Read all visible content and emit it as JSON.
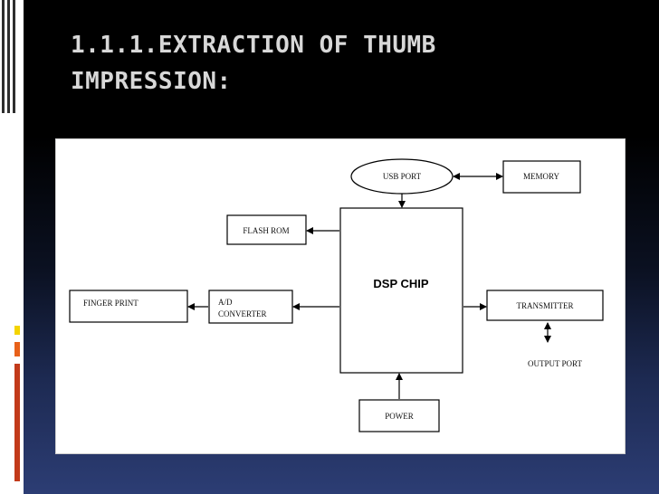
{
  "slide": {
    "title_line1": "1.1.1.EXTRACTION OF THUMB",
    "title_line2": "IMPRESSION:",
    "accent_colors": [
      "#f4d400",
      "#e8611a",
      "#c23a1a"
    ]
  },
  "diagram": {
    "usb_port": "USB PORT",
    "memory": "MEMORY",
    "flash_rom": "FLASH ROM",
    "dsp_chip": "DSP CHIP",
    "finger_print": "FINGER PRINT",
    "ad_converter_line1": "A/D",
    "ad_converter_line2": "CONVERTER",
    "transmitter": "TRANSMITTER",
    "output_port": "OUTPUT PORT",
    "power": "POWER"
  }
}
